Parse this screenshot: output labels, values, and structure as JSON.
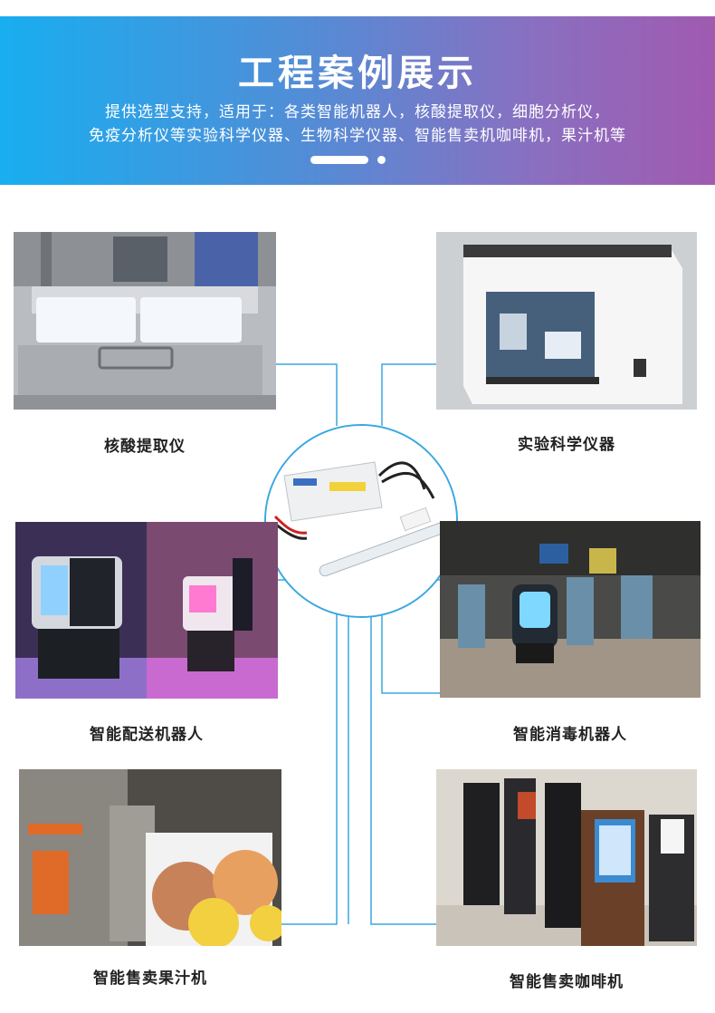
{
  "banner": {
    "title": "工程案例展示",
    "subtitle_line1": "提供选型支持，适用于：各类智能机器人，核酸提取仪，细胞分析仪，",
    "subtitle_line2": "免疫分析仪等实验科学仪器、生物科学仪器、智能售卖机咖啡机，果汁机等"
  },
  "cases": [
    {
      "label": "核酸提取仪"
    },
    {
      "label": "实验科学仪器"
    },
    {
      "label": "智能配送机器人"
    },
    {
      "label": "智能消毒机器人"
    },
    {
      "label": "智能售卖果汁机"
    },
    {
      "label": "智能售卖咖啡机"
    }
  ],
  "colors": {
    "accent_line": "#3aa7e0",
    "banner_start": "#18aef0",
    "banner_end": "#a05ab0"
  }
}
